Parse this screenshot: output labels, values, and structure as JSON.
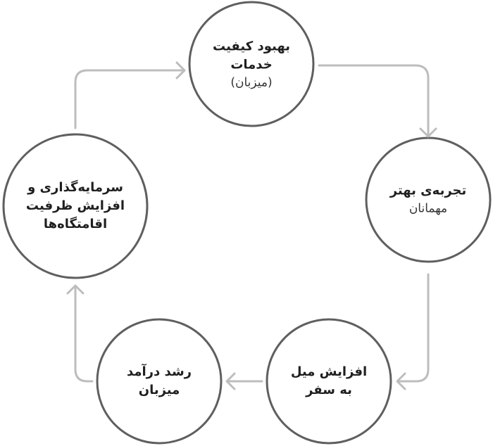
{
  "colors": {
    "circle_stroke": "#5f5f5f",
    "arrow": "#bdbdbd",
    "text": "#1f1f1f"
  },
  "nodes": [
    {
      "id": "service",
      "lines": [
        "بهبود کیفیت",
        "خدمات"
      ],
      "sub": "(میزبان)"
    },
    {
      "id": "experience",
      "lines": [
        "تجربه‌ی بهتر"
      ],
      "sub": "مهمانان"
    },
    {
      "id": "travel",
      "lines": [
        "افزایش میل",
        "به سفر"
      ],
      "sub": null
    },
    {
      "id": "revenue",
      "lines": [
        "رشد درآمد",
        "میزبان"
      ],
      "sub": null
    },
    {
      "id": "investment",
      "lines": [
        "سرمایه‌گذاری و",
        "افزایش ظرفیت",
        "اقامتگاه‌ها"
      ],
      "sub": null
    }
  ]
}
